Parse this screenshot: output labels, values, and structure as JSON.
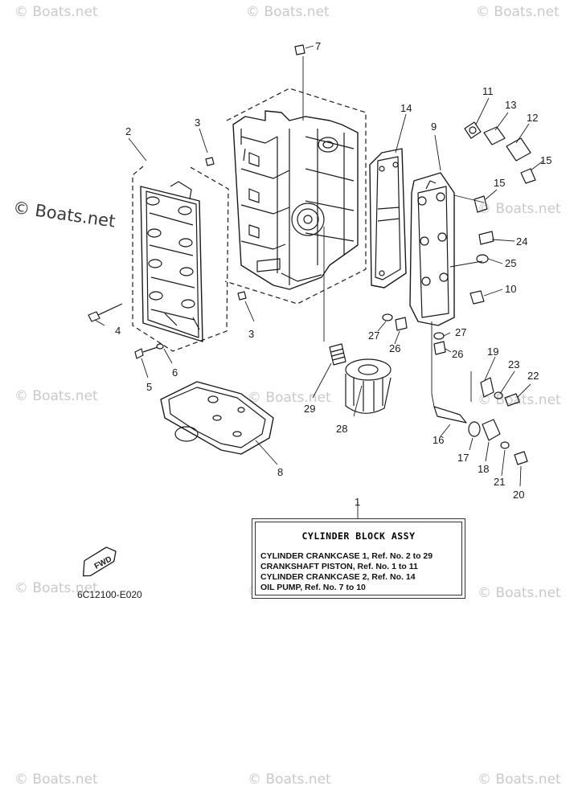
{
  "watermark": {
    "text": "© Boats.net",
    "large_text": "© Boats.net"
  },
  "parts_box": {
    "title": "CYLINDER  BLOCK  ASSY",
    "lines": [
      "CYLINDER CRANKCASE 1,  Ref. No. 2 to 29",
      "CRANKSHAFT PISTON,  Ref. No. 1 to 11",
      "CYLINDER CRANKCASE 2,  Ref. No. 14",
      "OIL PUMP,  Ref. No. 7 to 10"
    ]
  },
  "fwd_label": "FWD",
  "diagram_code": "6C12100-E020",
  "callouts": [
    "1",
    "2",
    "3",
    "3",
    "4",
    "5",
    "6",
    "7",
    "8",
    "9",
    "10",
    "11",
    "12",
    "13",
    "14",
    "15",
    "15",
    "16",
    "17",
    "18",
    "19",
    "20",
    "21",
    "22",
    "23",
    "24",
    "25",
    "26",
    "26",
    "27",
    "27",
    "28",
    "29"
  ]
}
